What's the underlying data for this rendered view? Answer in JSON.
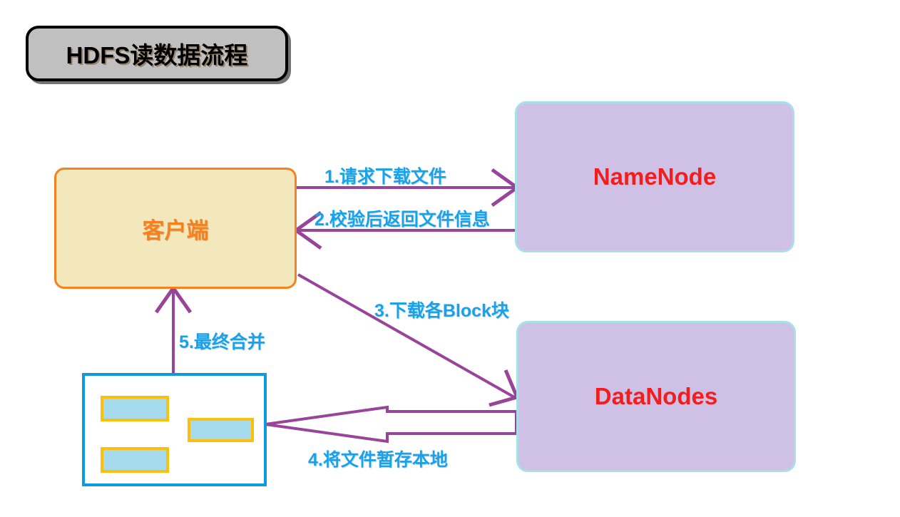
{
  "diagram": {
    "title": "HDFS读数据流程",
    "nodes": {
      "namenode": {
        "label": "NameNode"
      },
      "datanodes": {
        "label": "DataNodes"
      },
      "client": {
        "label": "客户端"
      },
      "local_storage": {
        "label": ""
      }
    },
    "steps": [
      {
        "id": 1,
        "label": "1.请求下载文件",
        "from": "client",
        "to": "namenode",
        "arrow": "line"
      },
      {
        "id": 2,
        "label": "2.校验后返回文件信息",
        "from": "namenode",
        "to": "client",
        "arrow": "line"
      },
      {
        "id": 3,
        "label": "3.下载各Block块",
        "from": "client",
        "to": "datanodes",
        "arrow": "line"
      },
      {
        "id": 4,
        "label": "4.将文件暂存本地",
        "from": "datanodes",
        "to": "local_storage",
        "arrow": "block"
      },
      {
        "id": 5,
        "label": "5.最终合并",
        "from": "local_storage",
        "to": "client",
        "arrow": "line"
      }
    ],
    "colors": {
      "node_fill": "#cfc0e6",
      "node_border": "#a9e0e8",
      "node_text": "#f21d1d",
      "client_fill": "#f2e8bb",
      "client_border": "#f58220",
      "client_text": "#f58220",
      "storage_border": "#0e9ae0",
      "block_fill": "#a5dbed",
      "block_border": "#fcc00a",
      "arrow": "#99449b",
      "step_text": "#1ba1e8",
      "title_fill": "#c0c0c0",
      "title_border": "#000000",
      "title_text": "#000000",
      "background": "#ffffff"
    }
  }
}
